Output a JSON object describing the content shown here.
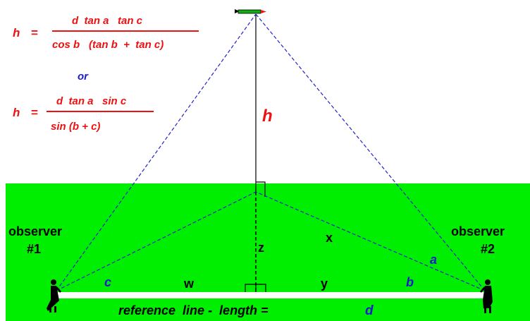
{
  "formula1": {
    "lhs": "h",
    "equals": "=",
    "numerator": "d  tan a   tan c",
    "denominator_a": "cos b",
    "denominator_b": "(tan b  +  tan c)"
  },
  "or_text": "or",
  "formula2": {
    "lhs": "h",
    "equals": "=",
    "numerator": "d  tan a   sin c",
    "denominator": "sin (b + c)"
  },
  "labels": {
    "h": "h",
    "observer1_line1": "observer",
    "observer1_line2": "#1",
    "observer2_line1": "observer",
    "observer2_line2": "#2",
    "z": "z",
    "x": "x",
    "w": "w",
    "y": "y",
    "a": "a",
    "b": "b",
    "c": "c",
    "reference": "reference  line -  length =",
    "d": "d"
  },
  "colors": {
    "ground": "#00ee00",
    "formula": "#ee1111",
    "angle_labels": "#1a1acc",
    "text": "#000000",
    "reference_line": "#ffffff"
  }
}
